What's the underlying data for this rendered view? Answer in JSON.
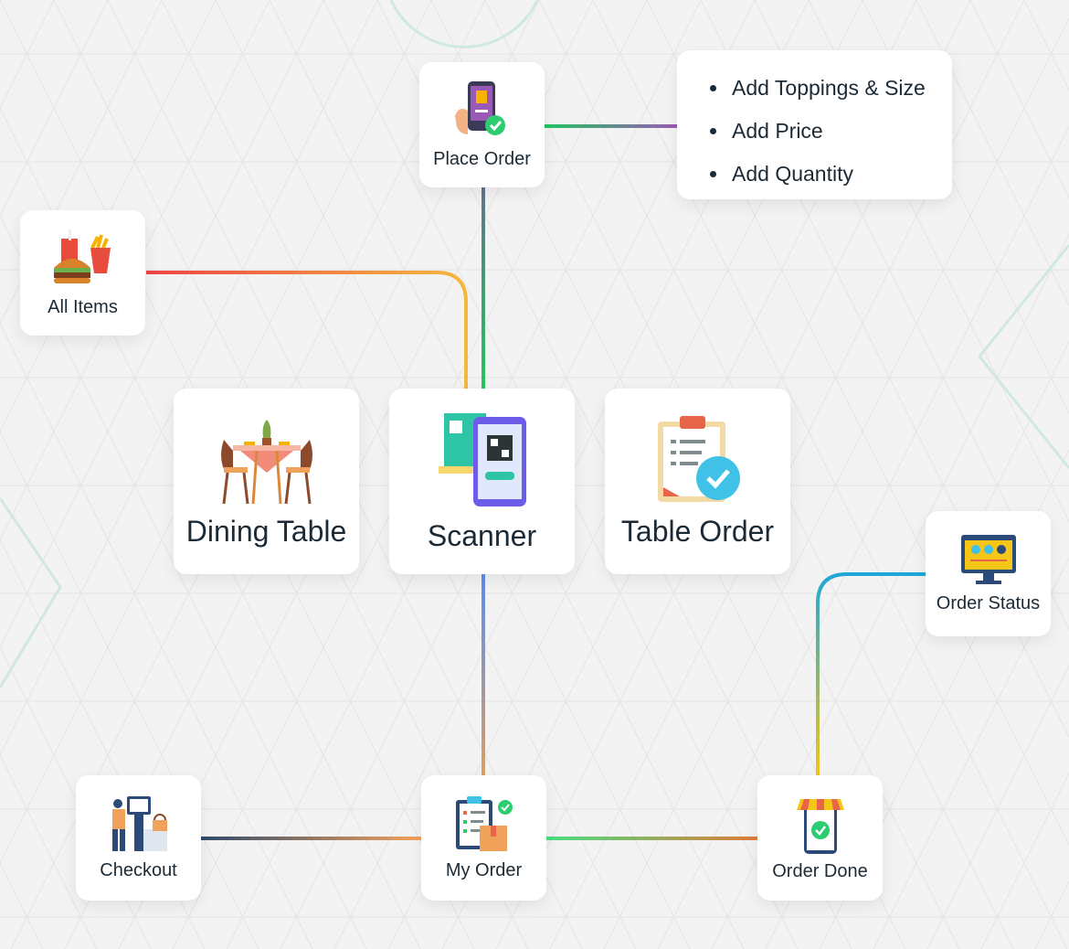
{
  "nodes": {
    "all_items": "All Items",
    "place_order": "Place Order",
    "dining_table": "Dining Table",
    "scanner": "Scanner",
    "table_order": "Table Order",
    "order_status": "Order Status",
    "checkout": "Checkout",
    "my_order": "My Order",
    "order_done": "Order Done"
  },
  "place_order_details": [
    "Add Toppings & Size",
    "Add Price",
    "Add Quantity"
  ],
  "connector_colors": {
    "place_order_to_details": [
      "#22c55e",
      "#9b59b6"
    ],
    "all_items_to_scanner": [
      "#ef4444",
      "#f5b740"
    ],
    "scanner_to_place_order": [
      "#22c55e",
      "#64748b"
    ],
    "scanner_to_my_order": [
      "#5b8def",
      "#d9a066"
    ],
    "checkout_to_my_order": [
      "#2f4a6b",
      "#f5a25d"
    ],
    "my_order_to_order_done": [
      "#4ade80",
      "#e07b3b"
    ],
    "order_done_to_order_status": [
      "#f5c518",
      "#1ea7d6"
    ]
  }
}
